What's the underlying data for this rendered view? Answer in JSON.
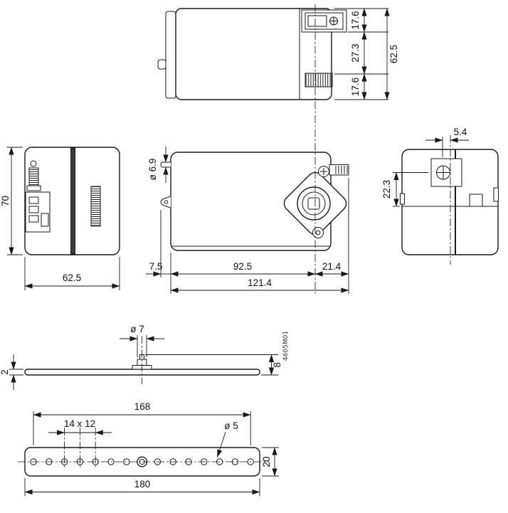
{
  "drawing_code": "4605M01",
  "top_view": {
    "dim_depth_top": "17.6",
    "dim_depth_mid": "27.3",
    "dim_depth_bottom": "17.6",
    "dim_depth_total": "62.5"
  },
  "left_side_view": {
    "dim_height": "70",
    "dim_width": "62.5"
  },
  "front_view": {
    "dim_shaft_dia": "ø 6.9",
    "dim_offset_left": "7.5",
    "dim_body_length": "92.5",
    "dim_clamp_offset": "21.4",
    "dim_total_length": "121.4"
  },
  "right_side_view": {
    "dim_screw_offset": "5.4",
    "dim_screw_height": "22.3"
  },
  "bracket_side_view": {
    "dim_pin_dia": "ø 7",
    "dim_pin_height": "8",
    "dim_plate_thickness": "2"
  },
  "bracket_top_view": {
    "dim_hole_span": "168",
    "dim_hole_pattern": "14 x 12",
    "dim_hole_dia": "ø 5",
    "dim_width": "20",
    "dim_total_length": "180"
  }
}
